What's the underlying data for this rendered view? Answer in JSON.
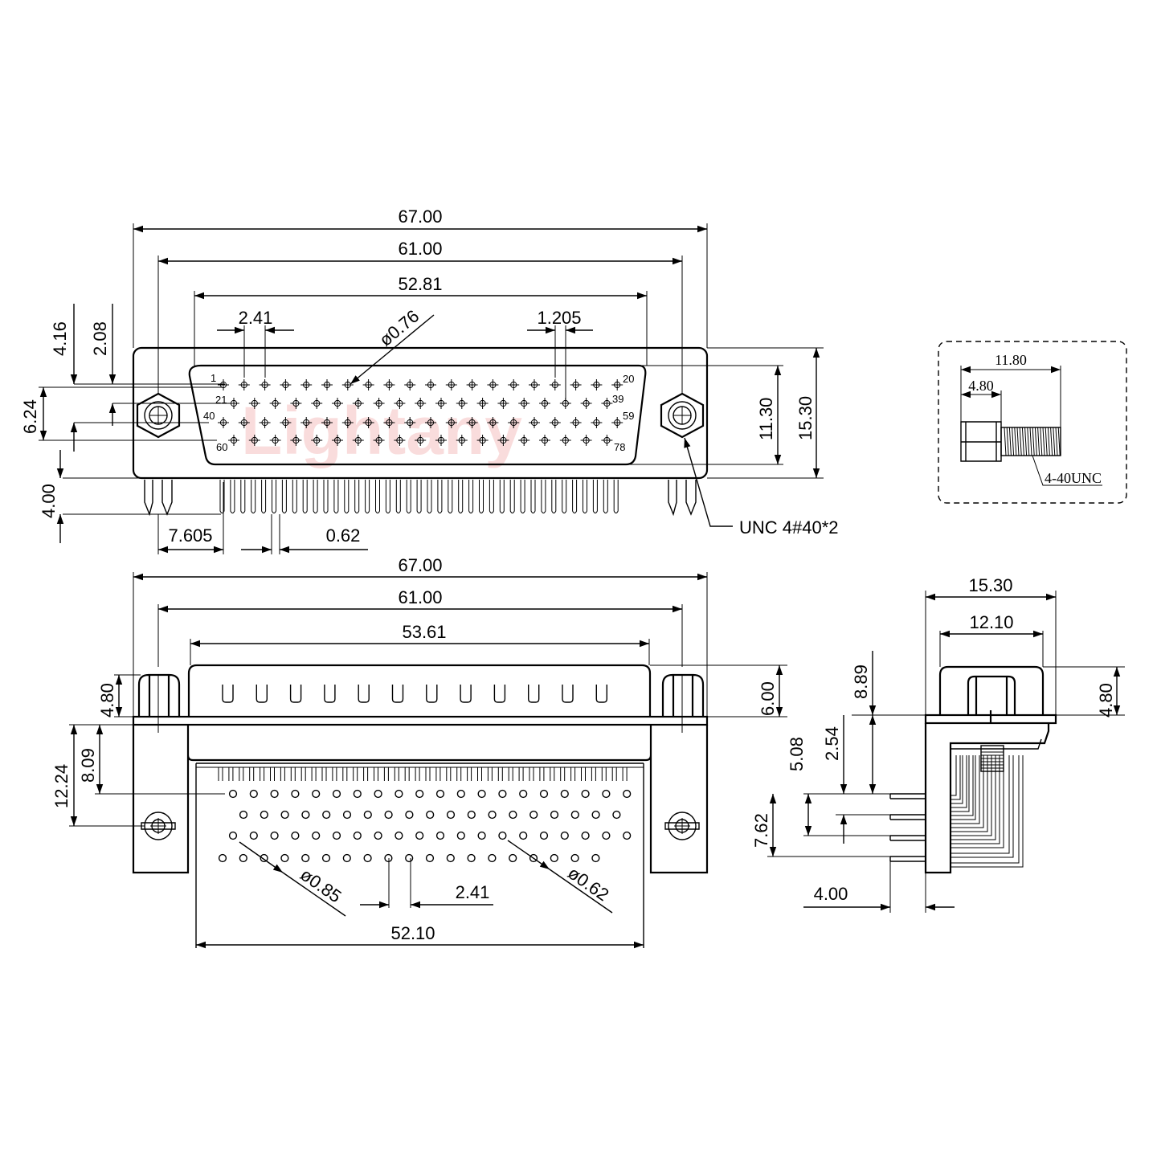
{
  "watermark": "Lightany",
  "front_view": {
    "dims": {
      "overall": "67.00",
      "mount_hole_spacing": "61.00",
      "shell_width": "52.81",
      "pin_pitch": "2.41",
      "pin_diameter": "ø0.76",
      "row_offset": "1.205",
      "mount_offset_1": "4.16",
      "mount_offset_2": "2.08",
      "row_span": "6.24",
      "shell_height": "11.30",
      "flange_height": "15.30",
      "standoff": "4.00",
      "edge_to_pin": "7.605",
      "pin_width": "0.62"
    },
    "pin_labels": {
      "p1": "1",
      "p20": "20",
      "p21": "21",
      "p39": "39",
      "p40": "40",
      "p59": "59",
      "p60": "60",
      "p78": "78"
    },
    "screw_note": "UNC  4#40*2"
  },
  "bottom_view": {
    "dims": {
      "overall": "67.00",
      "mount_hole_spacing": "61.00",
      "shell_width": "53.61",
      "flange_height": "4.80",
      "shell_depth": "6.00",
      "board_edge_to_row": "12.24",
      "flange_to_row": "8.09",
      "hole_diameter_a": "ø0.85",
      "hole_diameter_b": "ø0.62",
      "hole_pitch": "2.41",
      "hole_span": "52.10"
    }
  },
  "side_view": {
    "dims": {
      "flange_height": "15.30",
      "shell_height": "12.10",
      "row_to_flange": "8.89",
      "row_pitch_a": "2.54",
      "row_pitch_b": "5.08",
      "row_span": "7.62",
      "standoff": "4.00",
      "shell_depth": "4.80"
    }
  },
  "screw_detail": {
    "total_length": "11.80",
    "head_length": "4.80",
    "thread_note": "4-40UNC"
  },
  "colors": {
    "line": "#000000",
    "watermark": "#f2b3b3"
  }
}
